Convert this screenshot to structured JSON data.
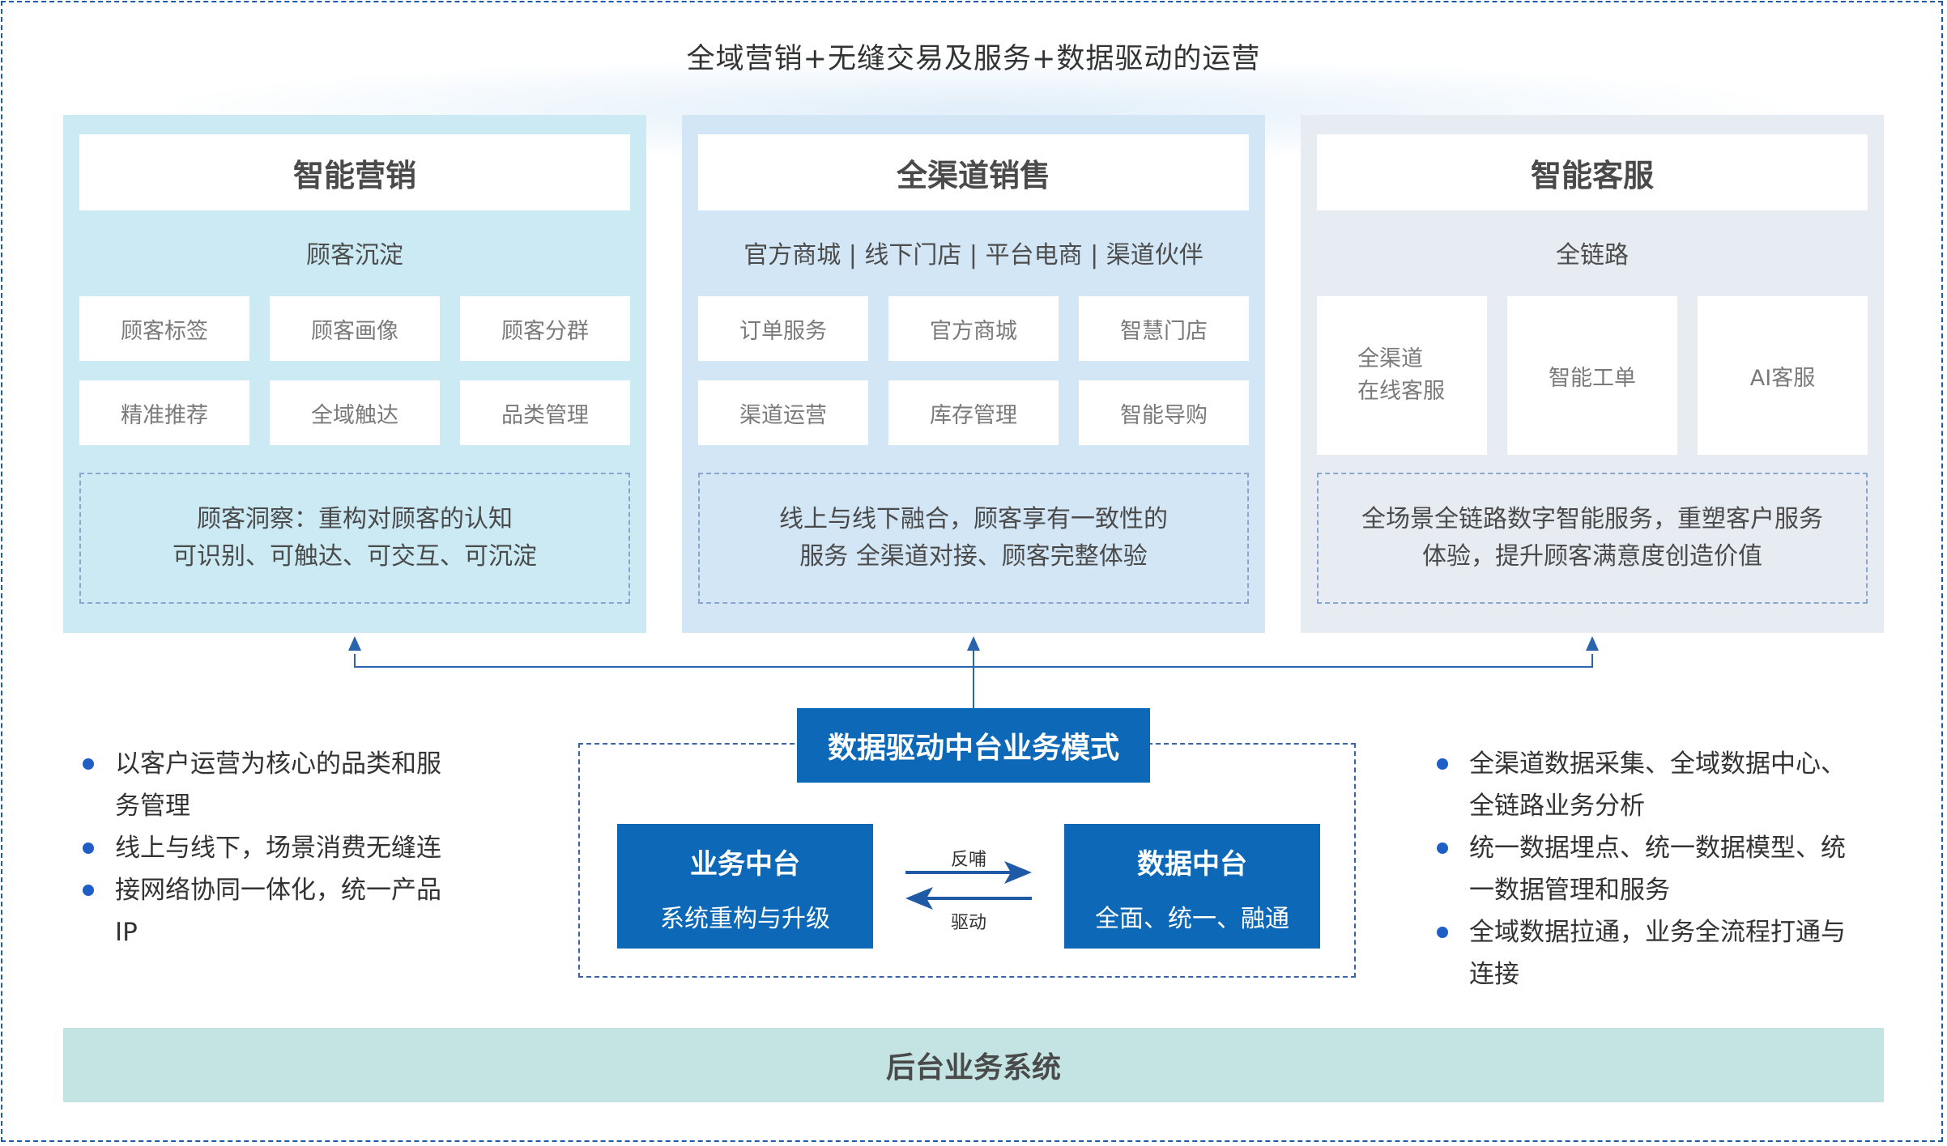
{
  "title": "全域营销+无缝交易及服务+数据驱动的运营",
  "colors": {
    "accent_blue": "#0d69b7",
    "panel_marketing": "#cbeaf4",
    "panel_sales": "#d2e6f5",
    "panel_service": "#e7ecf3",
    "backend_bar": "#c3e4e3",
    "bullet_dot": "#1f5dc7"
  },
  "panels": [
    {
      "title": "智能营销",
      "subtitle": "顾客沉淀",
      "tiles": [
        "顾客标签",
        "顾客画像",
        "顾客分群",
        "精准推荐",
        "全域触达",
        "品类管理"
      ],
      "insight": [
        "顾客洞察：重构对顾客的认知",
        "可识别、可触达、可交互、可沉淀"
      ]
    },
    {
      "title": "全渠道销售",
      "subtitle": "官方商城 | 线下门店 | 平台电商 | 渠道伙伴",
      "tiles": [
        "订单服务",
        "官方商城",
        "智慧门店",
        "渠道运营",
        "库存管理",
        "智能导购"
      ],
      "insight": [
        "线上与线下融合，顾客享有一致性的",
        "服务 全渠道对接、顾客完整体验"
      ]
    },
    {
      "title": "智能客服",
      "subtitle": "全链路",
      "tiles": [
        [
          "全渠道",
          "在线客服"
        ],
        "智能工单",
        "AI客服"
      ],
      "insight": [
        "全场景全链路数字智能服务，重塑客户服务",
        "体验，提升顾客满意度创造价值"
      ]
    }
  ],
  "core": {
    "title": "数据驱动中台业务模式",
    "business_platform": {
      "title": "业务中台",
      "subtitle": "系统重构与升级"
    },
    "data_platform": {
      "title": "数据中台",
      "subtitle": "全面、统一、融通"
    },
    "arrow_feedback": "反哺",
    "arrow_drive": "驱动"
  },
  "left_bullets": [
    [
      "以客户运营为核心的品类和服",
      "务管理"
    ],
    [
      "线上与线下，场景消费无缝连"
    ],
    [
      "接网络协同一体化，统一产品",
      "IP"
    ]
  ],
  "right_bullets": [
    [
      "全渠道数据采集、全域数据中心、",
      "全链路业务分析"
    ],
    [
      "统一数据埋点、统一数据模型、统",
      "一数据管理和服务"
    ],
    [
      "全域数据拉通，业务全流程打通与",
      "连接"
    ]
  ],
  "backend": "后台业务系统"
}
